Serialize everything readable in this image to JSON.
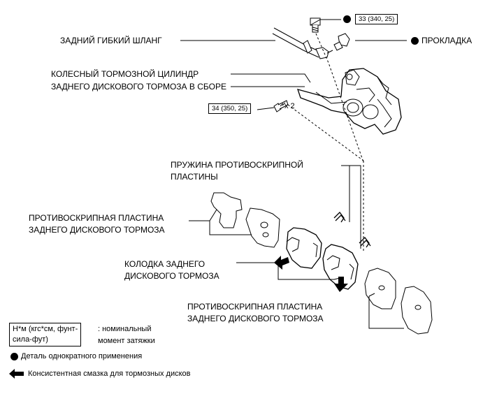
{
  "labels": {
    "rear_hose": "ЗАДНИЙ ГИБКИЙ ШЛАНГ",
    "gasket": "ПРОКЛАДКА",
    "wheel_cylinder_line1": "КОЛЕСНЫЙ ТОРМОЗНОЙ ЦИЛИНДР",
    "wheel_cylinder_line2": "ЗАДНЕГО ДИСКОВОГО ТОРМОЗА В СБОРЕ",
    "spring_line1": "ПРУЖИНА ПРОТИВОСКРИПНОЙ",
    "spring_line2": "ПЛАСТИНЫ",
    "anti_squeal_upper_line1": "ПРОТИВОСКРИПНАЯ ПЛАСТИНА",
    "anti_squeal_upper_line2": "ЗАДНЕГО ДИСКОВОГО ТОРМОЗА",
    "pad_line1": "КОЛОДКА ЗАДНЕГО",
    "pad_line2": "ДИСКОВОГО ТОРМОЗА",
    "anti_squeal_lower_line1": "ПРОТИВОСКРИПНАЯ ПЛАСТИНА",
    "anti_squeal_lower_line2": "ЗАДНЕГО ДИСКОВОГО ТОРМОЗА"
  },
  "torque": {
    "union_bolt": "33 (340, 25)",
    "caliper_bolt": "34 (350, 25)",
    "multiplier": "x 2"
  },
  "legend": {
    "unit_line1": "Н*м (кгс*см, фунт-",
    "unit_line2": "сила-фут)",
    "unit_desc_line1": ": номинальный",
    "unit_desc_line2": "момент затяжки",
    "non_reusable": "Деталь однократного применения",
    "grease": "Консистентная смазка для тормозных дисков"
  }
}
